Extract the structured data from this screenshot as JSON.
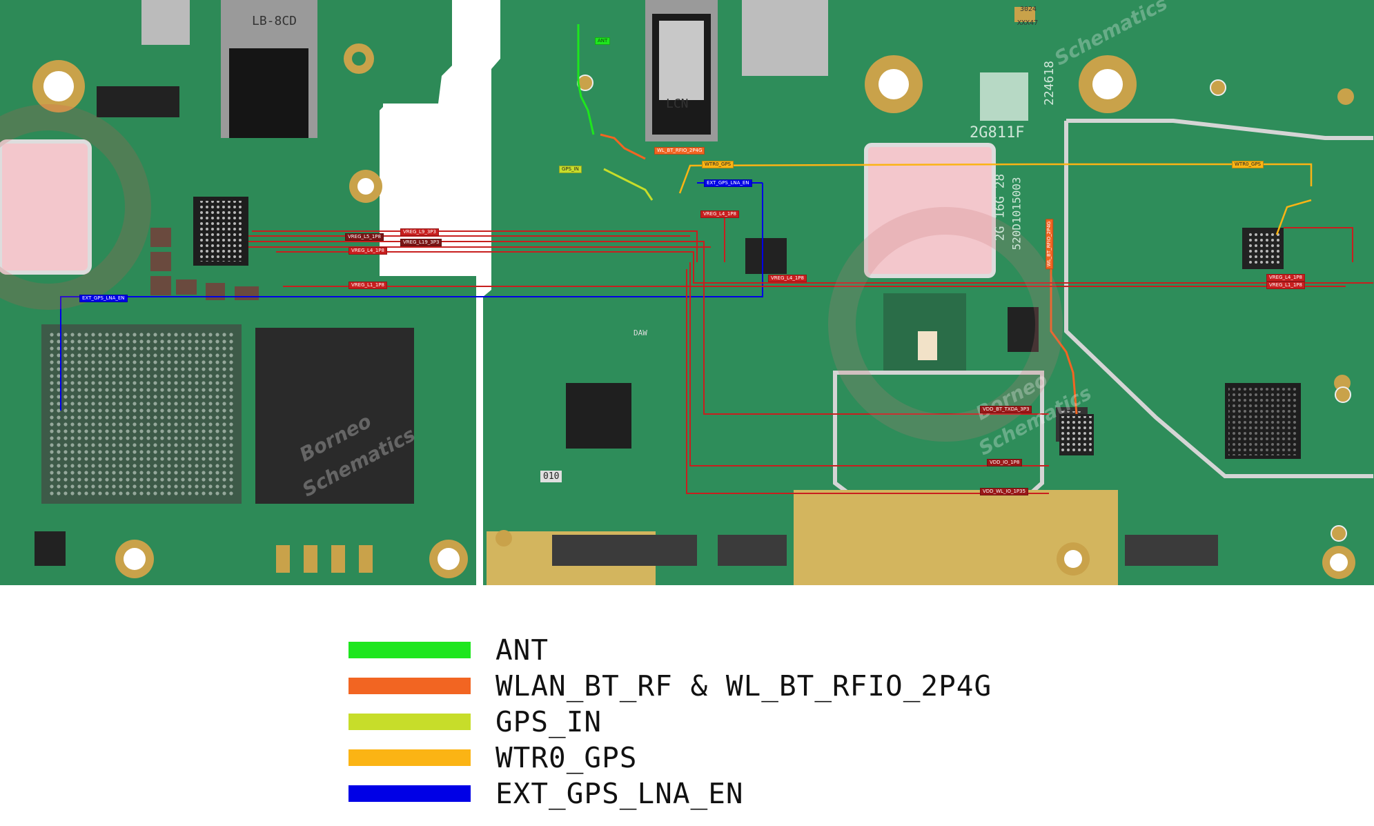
{
  "colors": {
    "ant": "#1ee61e",
    "wlan": "#f26522",
    "gps_in": "#c7dd2a",
    "wtr0_gps": "#fbb414",
    "ext_gps_lna_en": "#0000e6",
    "vreg": "#c81e1e",
    "pcb": "#2f8f5c"
  },
  "legend": [
    {
      "label": "ANT",
      "color_key": "ant"
    },
    {
      "label": "WLAN_BT_RF & WL_BT_RFIO_2P4G",
      "color_key": "wlan"
    },
    {
      "label": "GPS_IN",
      "color_key": "gps_in"
    },
    {
      "label": "WTR0_GPS",
      "color_key": "wtr0_gps"
    },
    {
      "label": "EXT_GPS_LNA_EN",
      "color_key": "ext_gps_lna_en"
    }
  ],
  "net_labels": {
    "ant": "ANT",
    "wl_bt_rfio": "WL_BT_RFIO_2P4G",
    "gps_in": "GPS_IN",
    "wtr0_gps_a": "WTR0_GPS",
    "wtr0_gps_b": "WTR0_GPS",
    "ext_lna_a": "EXT_GPS_LNA_EN",
    "ext_lna_b": "EXT_GPS_LNA_EN",
    "vreg_l5": "VREG_L5_1P8",
    "vreg_l9": "VREG_L9_3P3",
    "vreg_l19": "VREG_L19_3P3",
    "vreg_l4_a": "VREG_L4_1P8",
    "vreg_l4_b": "VREG_L4_1P8",
    "vreg_l4_c": "VREG_L4_1P8",
    "vreg_l4_d": "VREG_L4_1P8",
    "vreg_l1_a": "VREG_L1_1P8",
    "vreg_l1_b": "VREG_L1_1P8",
    "vdd_bt_txda": "VDD_BT_TXDA_3P3",
    "vdd_io": "VDD_IO_1P8",
    "vdd_wl_io": "VDD_WL_IO_1P35",
    "wl_bt_rfio_v": "WL_BT_RFIO_2P4G"
  },
  "board_text": {
    "conn_a": "LB-8CD",
    "conn_b": "LCN",
    "pcb_id": "2G811F",
    "pcb_code": "224618",
    "pcb_side": "2G 16G 28",
    "pcb_serial": "520D1015003",
    "chip_mark": "010",
    "chip_mark2": "DAW",
    "xtal_a": "3024",
    "xtal_b": "XXX47"
  },
  "watermark": [
    "Borneo",
    "Schematics"
  ]
}
